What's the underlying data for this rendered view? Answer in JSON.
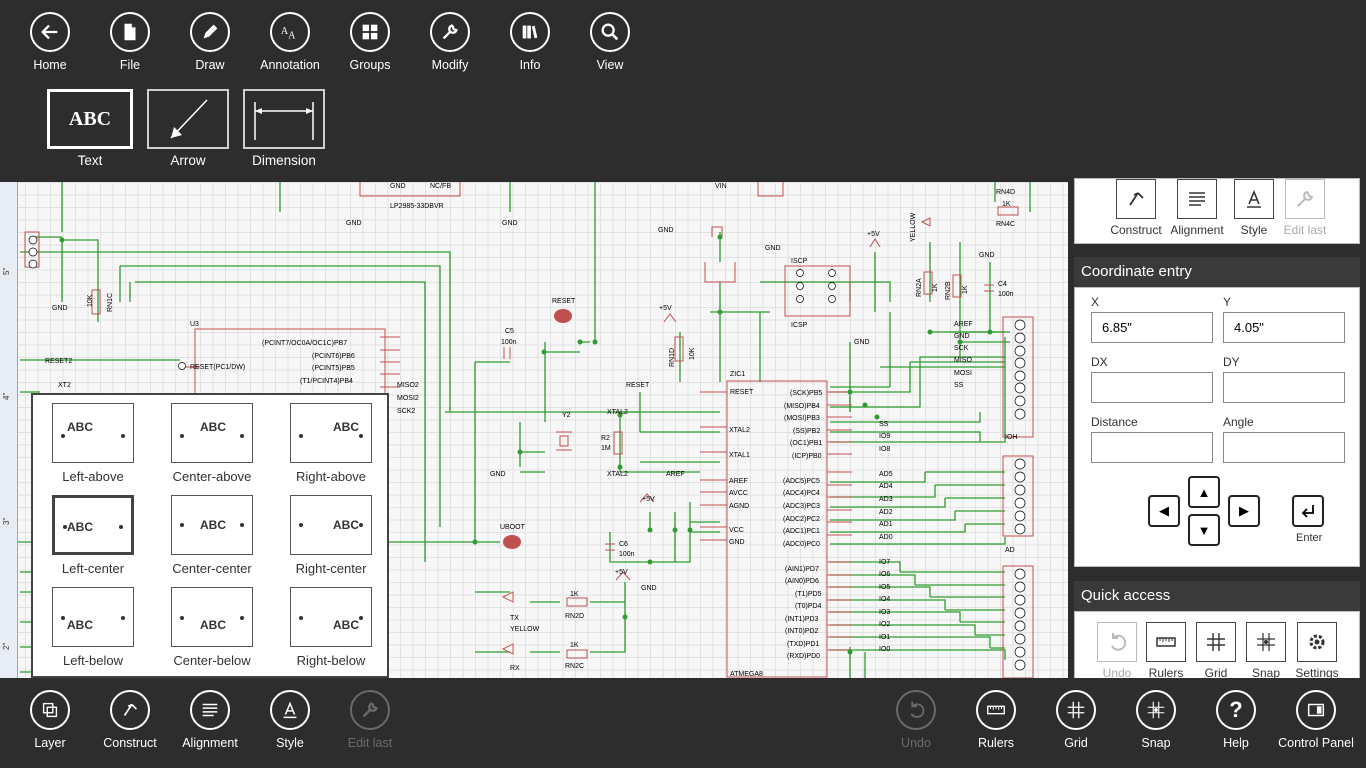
{
  "top_toolbar": {
    "items": [
      {
        "label": "Home",
        "icon": "back-arrow-icon"
      },
      {
        "label": "File",
        "icon": "file-icon"
      },
      {
        "label": "Draw",
        "icon": "pencil-icon"
      },
      {
        "label": "Annotation",
        "icon": "annotation-icon"
      },
      {
        "label": "Groups",
        "icon": "groups-icon"
      },
      {
        "label": "Modify",
        "icon": "wrench-icon"
      },
      {
        "label": "Info",
        "icon": "books-icon"
      },
      {
        "label": "View",
        "icon": "magnifier-icon"
      }
    ],
    "annotation_tools": [
      {
        "label": "Text",
        "glyph": "ABC",
        "selected": true
      },
      {
        "label": "Arrow",
        "selected": false
      },
      {
        "label": "Dimension",
        "selected": false
      }
    ]
  },
  "ruler": {
    "ticks": [
      "5\"",
      "4\"",
      "3\"",
      "2\""
    ]
  },
  "schematic": {
    "labels": {
      "gnd": "GND",
      "nc_fb": "NC/FB",
      "vin": "VIN",
      "ldo": "LP2985-33DBVR",
      "rn4d": "RN4D",
      "rn4c": "RN4C",
      "one_k": "1K",
      "yellow": "YELLOW",
      "rn1c": "RN1C",
      "ten_k": "10K",
      "u3": "U3",
      "reset2": "RESET2",
      "xt2": "XT2",
      "reset_pc1": "RESET(PC1/DW)",
      "pb7": "(PCINT7/OC0A/OC1C)PB7",
      "pb6": "(PCINT6)PB6",
      "pb5": "(PCINT5)PB5",
      "pb4": "(T1/PCINT4)PB4",
      "miso2": "MISO2",
      "mosi2": "MOSI2",
      "sck2": "SCK2",
      "c5": "C5",
      "c5v": "100n",
      "reset": "RESET",
      "y2": "Y2",
      "r2": "R2",
      "r2v": "1M",
      "xtal2": "XTAL2",
      "xtal1": "XTAL1",
      "aref": "AREF",
      "avcc": "AVCC",
      "agnd": "AGND",
      "vcc": "VCC",
      "gnd_pin": "GND",
      "zic1": "ZIC1",
      "atmega": "ATMEGA8",
      "uboot": "UBOOT",
      "c6": "C6",
      "c6v": "100n",
      "plus5v": "+5V",
      "tx": "TX",
      "rx": "RX",
      "rn2d": "RN2D",
      "rn2c": "RN2C",
      "rn1d": "RN1D",
      "icsp": "ISCP",
      "icsp2": "ICSP",
      "c4": "C4",
      "c4v": "100n",
      "rn2a": "RN2A",
      "rn2b": "RN2B",
      "ioh": "IOH",
      "ad": "AD",
      "pb5_sck": "(SCK)PB5",
      "pb4_miso": "(MISO)PB4",
      "pb3_mosi": "(MOSI)PB3",
      "pb2_ss": "(SS)PB2",
      "pb1": "(OC1)PB1",
      "pb0": "(ICP)PB0",
      "pc5": "(ADC5)PC5",
      "pc4": "(ADC4)PC4",
      "pc3": "(ADC3)PC3",
      "pc2": "(ADC2)PC2",
      "pc1": "(ADC1)PC1",
      "pc0": "(ADC0)PC0",
      "pd7": "(AIN1)PD7",
      "pd6": "(AIN0)PD6",
      "pd5": "(T1)PD5",
      "pd4": "(T0)PD4",
      "pd3": "(INT1)PD3",
      "pd2": "(INT0)PD2",
      "pd1": "(TXD)PD1",
      "pd0": "(RXD)PD0",
      "ss": "SS",
      "io9": "IO9",
      "io8": "IO8",
      "ad5": "AD5",
      "ad4": "AD4",
      "ad3": "AD3",
      "ad2": "AD2",
      "ad1": "AD1",
      "ad0": "AD0",
      "io7": "IO7",
      "io6": "IO6",
      "io5": "IO5",
      "io4": "IO4",
      "io3": "IO3",
      "io2": "IO2",
      "io1": "IO1",
      "io0": "IO0",
      "h_aref": "AREF",
      "h_gnd": "GND",
      "h_sck": "SCK",
      "h_miso": "MISO",
      "h_mosi": "MOSI",
      "h_ss": "SS"
    }
  },
  "align_popup": {
    "options": [
      {
        "label": "Left-above",
        "text": "ABC"
      },
      {
        "label": "Center-above",
        "text": "ABC"
      },
      {
        "label": "Right-above",
        "text": "ABC"
      },
      {
        "label": "Left-center",
        "text": "ABC",
        "selected": true
      },
      {
        "label": "Center-center",
        "text": "ABC"
      },
      {
        "label": "Right-center",
        "text": "ABC"
      },
      {
        "label": "Left-below",
        "text": "ABC"
      },
      {
        "label": "Center-below",
        "text": "ABC"
      },
      {
        "label": "Right-below",
        "text": "ABC"
      }
    ]
  },
  "right_panel": {
    "tools": [
      {
        "label": "Construct",
        "icon": "construct-icon"
      },
      {
        "label": "Alignment",
        "icon": "alignment-icon"
      },
      {
        "label": "Style",
        "icon": "style-icon"
      },
      {
        "label": "Edit last",
        "icon": "wrench-icon",
        "disabled": true
      }
    ],
    "coordinate_entry": {
      "title": "Coordinate entry",
      "x_label": "X",
      "x_value": "6.85\"",
      "y_label": "Y",
      "y_value": "4.05\"",
      "dx_label": "DX",
      "dx_value": "",
      "dy_label": "DY",
      "dy_value": "",
      "distance_label": "Distance",
      "distance_value": "",
      "angle_label": "Angle",
      "angle_value": "",
      "enter_label": "Enter"
    },
    "quick_access": {
      "title": "Quick access",
      "items": [
        {
          "label": "Undo",
          "icon": "undo-icon",
          "disabled": true
        },
        {
          "label": "Rulers",
          "icon": "ruler-icon"
        },
        {
          "label": "Grid",
          "icon": "grid-icon"
        },
        {
          "label": "Snap",
          "icon": "snap-icon"
        },
        {
          "label": "Settings",
          "icon": "gear-icon"
        }
      ]
    }
  },
  "bottom_toolbar": {
    "left": [
      {
        "label": "Layer",
        "icon": "layer-icon"
      },
      {
        "label": "Construct",
        "icon": "construct-icon"
      },
      {
        "label": "Alignment",
        "icon": "alignment-icon"
      },
      {
        "label": "Style",
        "icon": "style-icon"
      },
      {
        "label": "Edit last",
        "icon": "wrench-icon",
        "disabled": true
      }
    ],
    "right": [
      {
        "label": "Undo",
        "icon": "undo-icon",
        "disabled": true
      },
      {
        "label": "Rulers",
        "icon": "ruler-icon"
      },
      {
        "label": "Grid",
        "icon": "grid-icon"
      },
      {
        "label": "Snap",
        "icon": "snap-icon"
      },
      {
        "label": "Help",
        "icon": "help-icon"
      },
      {
        "label": "Control Panel",
        "icon": "control-panel-icon"
      }
    ]
  },
  "colors": {
    "toolbar_bg": "#2d2d2d",
    "wire": "#2e9c2e",
    "component": "#c0504d",
    "text": "#000000"
  }
}
